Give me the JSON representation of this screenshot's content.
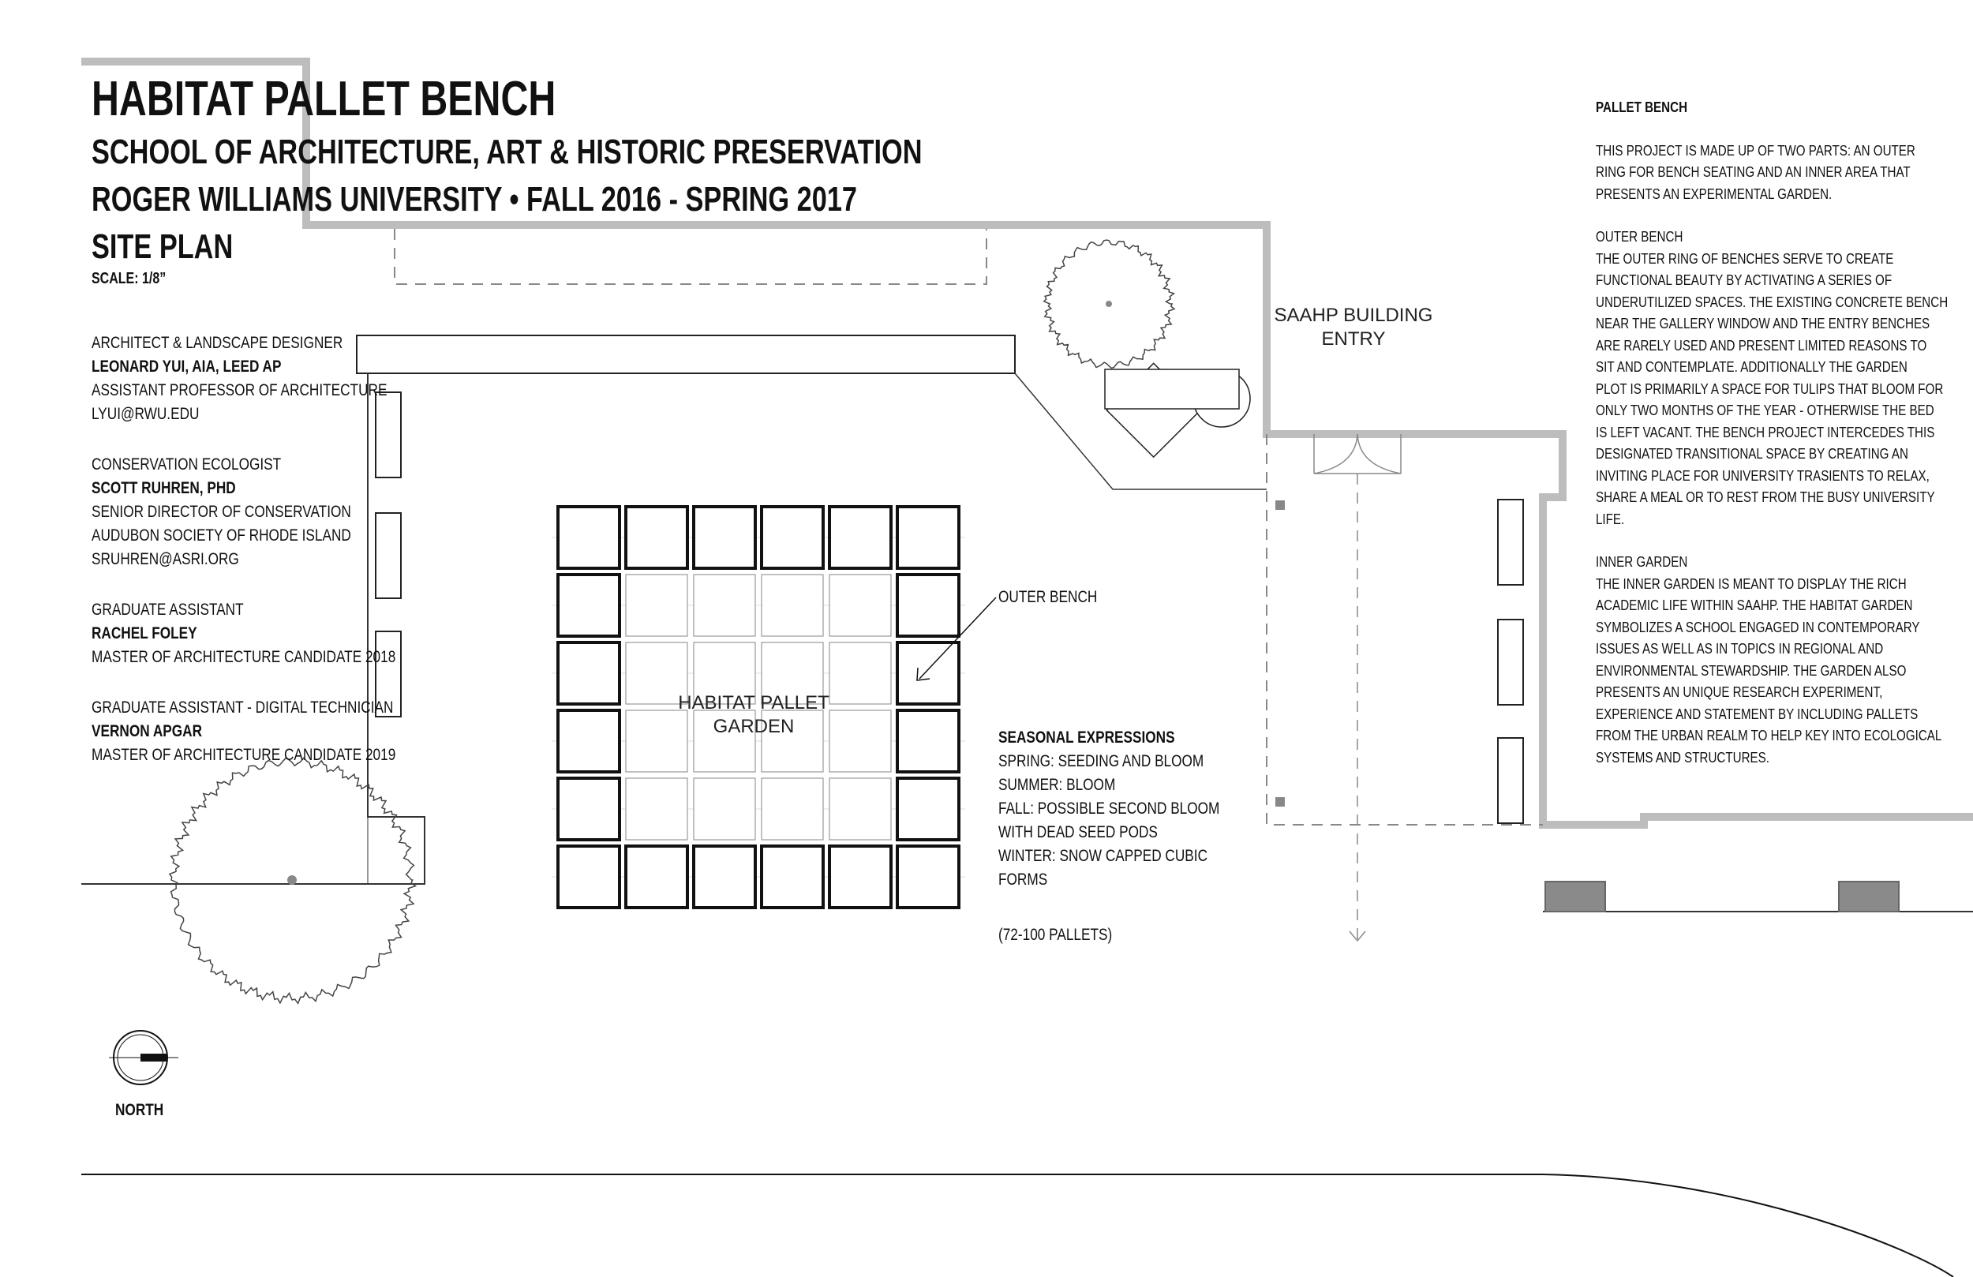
{
  "header": {
    "title": "HABITAT PALLET BENCH",
    "school": "SCHOOL OF ARCHITECTURE, ART & HISTORIC PRESERVATION",
    "university": "ROGER WILLIAMS UNIVERSITY •  FALL 2016 - SPRING 2017",
    "sheet": "SITE PLAN",
    "scale": "SCALE: 1/8”"
  },
  "credits": [
    {
      "role": "ARCHITECT & LANDSCAPE DESIGNER",
      "name": "LEONARD YUI, AIA, LEED AP",
      "lines": [
        "ASSISTANT PROFESSOR OF ARCHITECTURE",
        "LYUI@RWU.EDU"
      ]
    },
    {
      "role": "CONSERVATION ECOLOGIST",
      "name": "SCOTT RUHREN, PHD",
      "lines": [
        "SENIOR DIRECTOR OF CONSERVATION",
        "AUDUBON SOCIETY OF RHODE ISLAND",
        "SRUHREN@ASRI.ORG"
      ]
    },
    {
      "role": "GRADUATE ASSISTANT",
      "name": "RACHEL FOLEY",
      "lines": [
        "MASTER OF ARCHITECTURE CANDIDATE 2018"
      ]
    },
    {
      "role": "GRADUATE ASSISTANT - DIGITAL TECHNICIAN",
      "name": "VERNON APGAR",
      "lines": [
        "MASTER OF ARCHITECTURE CANDIDATE 2019"
      ]
    }
  ],
  "plan_labels": {
    "entry_line1": "SAAHP BUILDING",
    "entry_line2": "ENTRY",
    "garden_line1": "HABITAT PALLET",
    "garden_line2": "GARDEN",
    "outer_bench": "OUTER BENCH",
    "north": "NORTH"
  },
  "seasonal": {
    "heading": "SEASONAL EXPRESSIONS",
    "lines": [
      "SPRING: SEEDING AND BLOOM",
      "SUMMER: BLOOM",
      "FALL: POSSIBLE SECOND BLOOM",
      "WITH DEAD SEED PODS",
      "WINTER: SNOW CAPPED CUBIC",
      "FORMS"
    ],
    "pallets": "(72-100 PALLETS)"
  },
  "description": {
    "heading": "PALLET BENCH",
    "intro": [
      "THIS PROJECT IS MADE UP OF TWO PARTS: AN OUTER",
      "RING FOR BENCH SEATING AND AN INNER AREA THAT",
      "PRESENTS AN EXPERIMENTAL GARDEN."
    ],
    "outer_heading": "OUTER BENCH",
    "outer": [
      "THE OUTER RING OF BENCHES SERVE TO CREATE",
      "FUNCTIONAL BEAUTY BY ACTIVATING A SERIES OF",
      "UNDERUTILIZED SPACES. THE EXISTING CONCRETE BENCH",
      "NEAR THE GALLERY WINDOW AND THE ENTRY BENCHES",
      "ARE RARELY USED AND PRESENT LIMITED REASONS TO",
      "SIT AND CONTEMPLATE. ADDITIONALLY THE GARDEN",
      "PLOT IS PRIMARILY A SPACE FOR TULIPS THAT BLOOM FOR",
      "ONLY TWO MONTHS OF THE YEAR - OTHERWISE THE BED",
      "IS LEFT VACANT. THE BENCH PROJECT INTERCEDES THIS",
      "DESIGNATED TRANSITIONAL SPACE BY CREATING AN",
      "INVITING PLACE FOR UNIVERSITY TRASIENTS TO RELAX,",
      "SHARE A MEAL OR TO REST FROM THE BUSY UNIVERSITY",
      "LIFE."
    ],
    "inner_heading": "INNER GARDEN",
    "inner": [
      "THE INNER GARDEN IS MEANT TO DISPLAY THE RICH",
      "ACADEMIC LIFE WITHIN  SAAHP.  THE HABITAT GARDEN",
      "SYMBOLIZES A SCHOOL ENGAGED IN CONTEMPORARY",
      "ISSUES AS WELL AS IN TOPICS IN REGIONAL AND",
      "ENVIRONMENTAL STEWARDSHIP. THE GARDEN ALSO",
      "PRESENTS AN UNIQUE RESEARCH EXPERIMENT,",
      "EXPERIENCE AND STATEMENT BY INCLUDING PALLETS",
      "FROM THE URBAN REALM TO HELP KEY INTO ECOLOGICAL",
      "SYSTEMS AND STRUCTURES."
    ]
  },
  "colors": {
    "ink": "#111111",
    "wall_gray": "#bdbdbd",
    "fixture_gray": "#8a8a8a",
    "inner_pallet": "#9a9a9a"
  }
}
